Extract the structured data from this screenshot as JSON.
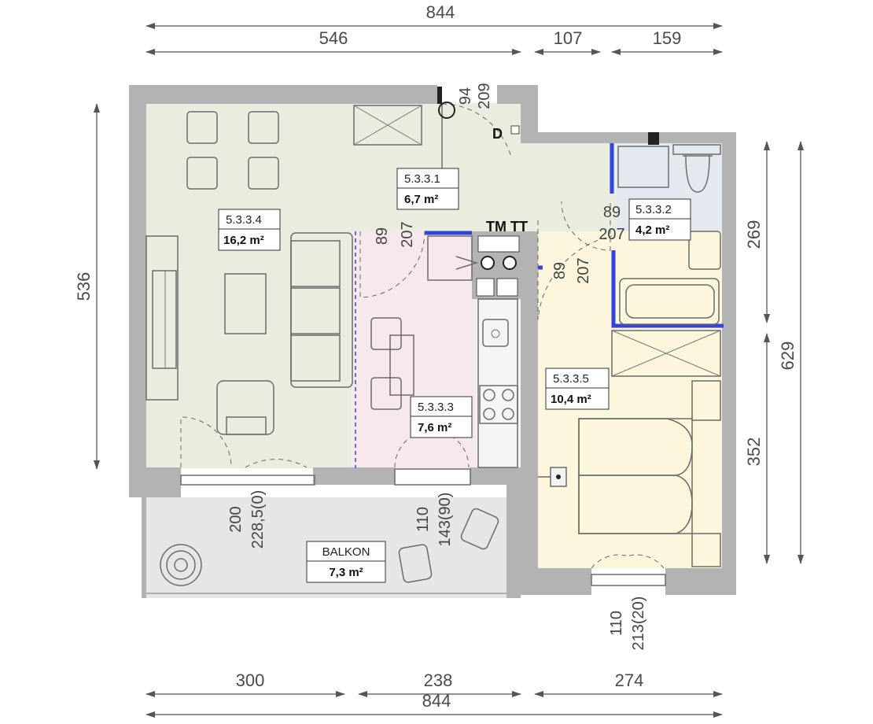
{
  "dimensions": {
    "top_total": "844",
    "top_left": "546",
    "top_mid": "107",
    "top_right": "159",
    "bottom_left": "300",
    "bottom_mid": "238",
    "bottom_right": "274",
    "bottom_total": "844",
    "left_height": "536",
    "right_upper": "269",
    "right_lower": "352",
    "right_total": "629"
  },
  "rooms": [
    {
      "id": "5.3.3.4",
      "area": "16,2 m²"
    },
    {
      "id": "5.3.3.1",
      "area": "6,7 m²"
    },
    {
      "id": "5.3.3.2",
      "area": "4,2 m²"
    },
    {
      "id": "5.3.3.3",
      "area": "7,6 m²"
    },
    {
      "id": "5.3.3.5",
      "area": "10,4 m²"
    },
    {
      "id": "BALKON",
      "area": "7,3 m²"
    }
  ],
  "door_dims": {
    "entry_a": "94",
    "entry_b": "209",
    "living_a": "89",
    "living_b": "207",
    "bath_a": "89",
    "bath_b": "207",
    "bed_a": "89",
    "bed_b": "207",
    "balcony_living_a": "200",
    "balcony_living_b": "228,5(0)",
    "balcony_kitchen_a": "110",
    "balcony_kitchen_b": "143(90)",
    "window_bed_a": "110",
    "window_bed_b": "213(20)"
  },
  "marks": {
    "entry_d": "D",
    "meter": "TM TT"
  }
}
